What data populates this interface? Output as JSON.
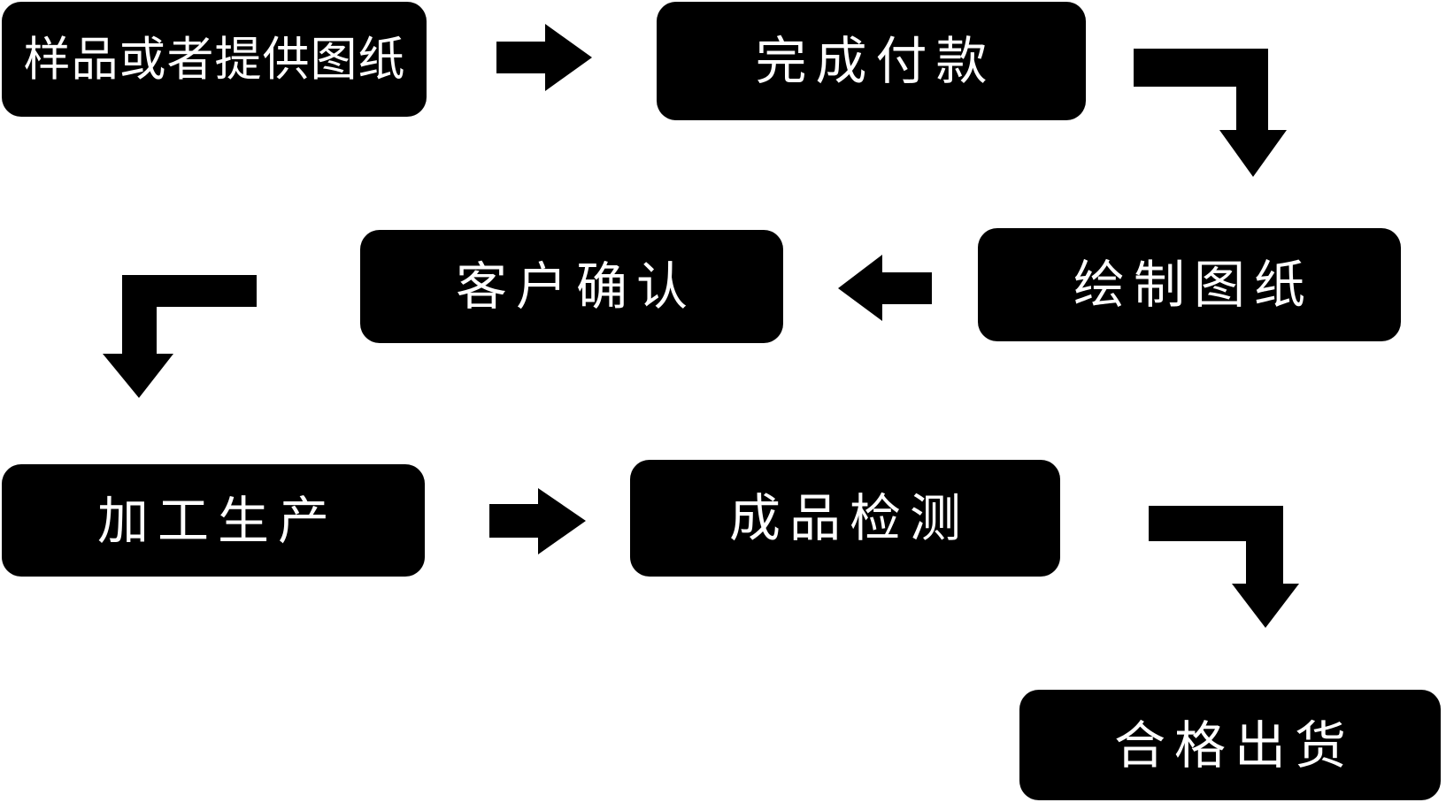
{
  "diagram": {
    "title": "production-process-flowchart",
    "background_color": "#ffffff",
    "node_fill_color": "#000000",
    "node_text_color": "#ffffff",
    "nodes": [
      {
        "id": "step-1",
        "label": "样品或者提供图纸"
      },
      {
        "id": "step-2",
        "label": "完成付款"
      },
      {
        "id": "step-3",
        "label": "绘制图纸"
      },
      {
        "id": "step-4",
        "label": "客户确认"
      },
      {
        "id": "step-5",
        "label": "加工生产"
      },
      {
        "id": "step-6",
        "label": "成品检测"
      },
      {
        "id": "step-7",
        "label": "合格出货"
      }
    ],
    "connectors": [
      {
        "from": "样品或者提供图纸",
        "to": "完成付款",
        "shape": "straight-arrow-right"
      },
      {
        "from": "完成付款",
        "to": "绘制图纸",
        "shape": "elbow-arrow-right-then-down"
      },
      {
        "from": "绘制图纸",
        "to": "客户确认",
        "shape": "straight-arrow-left"
      },
      {
        "from": "客户确认",
        "to": "加工生产",
        "shape": "elbow-arrow-left-then-down"
      },
      {
        "from": "加工生产",
        "to": "成品检测",
        "shape": "straight-arrow-right"
      },
      {
        "from": "成品检测",
        "to": "合格出货",
        "shape": "elbow-arrow-right-then-down"
      }
    ]
  }
}
